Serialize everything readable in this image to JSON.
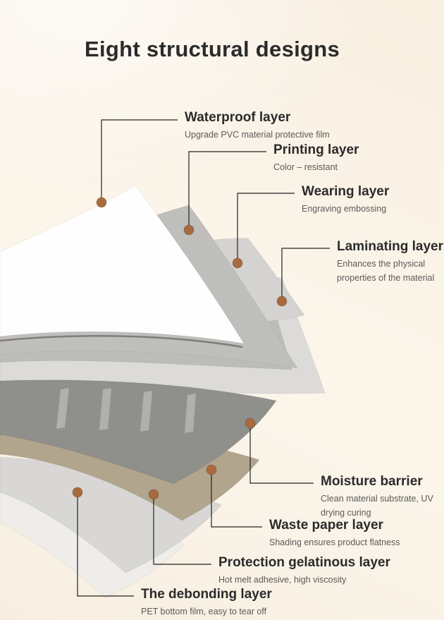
{
  "title": "Eight structural designs",
  "colors": {
    "background": "#fbf5ea",
    "heading": "#2b2b2b",
    "subtext": "#5a5a5a",
    "line": "#222222",
    "dot": "#a76b3f",
    "sheet_white": "#fefefe",
    "sheet_grain": "#c6c5c3",
    "sheet_smooth": "#d4d3d1",
    "sheet_grain2": "#c2c1bf",
    "sheet_pale": "#dcdbd9",
    "sheet_dark": "#8f8f8c",
    "sheet_tan": "#b2a58e",
    "sheet_light": "#d8d7d5",
    "sheet_bottom": "#efede9"
  },
  "layers": [
    {
      "id": "waterproof",
      "name": "Waterproof layer",
      "description": "Upgrade PVC material protective film"
    },
    {
      "id": "printing",
      "name": "Printing layer",
      "description": "Color – resistant"
    },
    {
      "id": "wearing",
      "name": "Wearing layer",
      "description": "Engraving embossing"
    },
    {
      "id": "laminating",
      "name": "Laminating layer",
      "description": "Enhances the physical properties of the material"
    },
    {
      "id": "moisture",
      "name": "Moisture barrier",
      "description": "Clean material substrate, UV drying curing"
    },
    {
      "id": "waste",
      "name": "Waste paper layer",
      "description": "Shading ensures product flatness"
    },
    {
      "id": "protection",
      "name": "Protection gelatinous layer",
      "description": "Hot melt adhesive, high viscosity"
    },
    {
      "id": "debonding",
      "name": "The debonding layer",
      "description": "PET bottom film, easy to tear off"
    }
  ]
}
